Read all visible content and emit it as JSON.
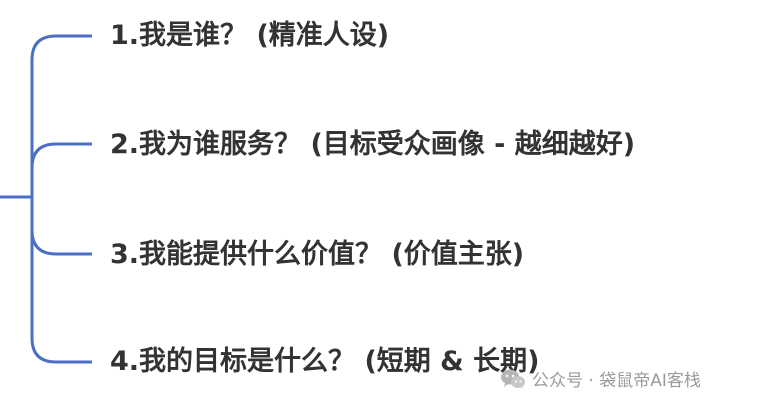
{
  "items": [
    "1.我是谁？ (精准人设)",
    "2.我为谁服务？ (目标受众画像 - 越细越好)",
    "3.我能提供什么价值？ (价值主张)",
    "4.我的目标是什么？ (短期 & 长期)"
  ],
  "watermark": {
    "text": "公众号 · 袋鼠帝AI客栈",
    "icon": "wechat-icon"
  },
  "colors": {
    "connector": "#4a6fc4",
    "text": "#333333",
    "watermark": "#9a9a9a"
  }
}
